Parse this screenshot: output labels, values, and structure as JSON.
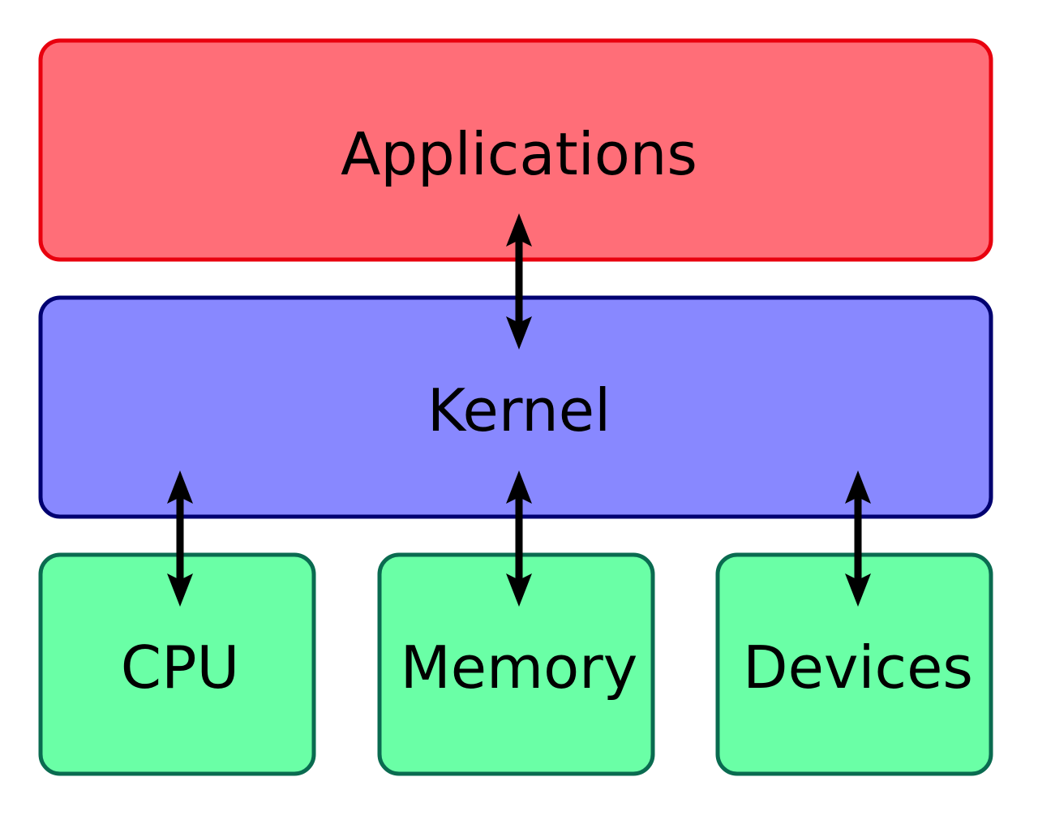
{
  "layers": {
    "applications": {
      "label": "Applications",
      "fill": "#ff6e78",
      "stroke": "#e8000e"
    },
    "kernel": {
      "label": "Kernel",
      "fill": "#8888ff",
      "stroke": "#000070"
    },
    "hardware": [
      {
        "label": "CPU",
        "fill": "#6affa6",
        "stroke": "#0a6b50"
      },
      {
        "label": "Memory",
        "fill": "#6affa6",
        "stroke": "#0a6b50"
      },
      {
        "label": "Devices",
        "fill": "#6affa6",
        "stroke": "#0a6b50"
      }
    ]
  },
  "arrow_color": "#000000"
}
